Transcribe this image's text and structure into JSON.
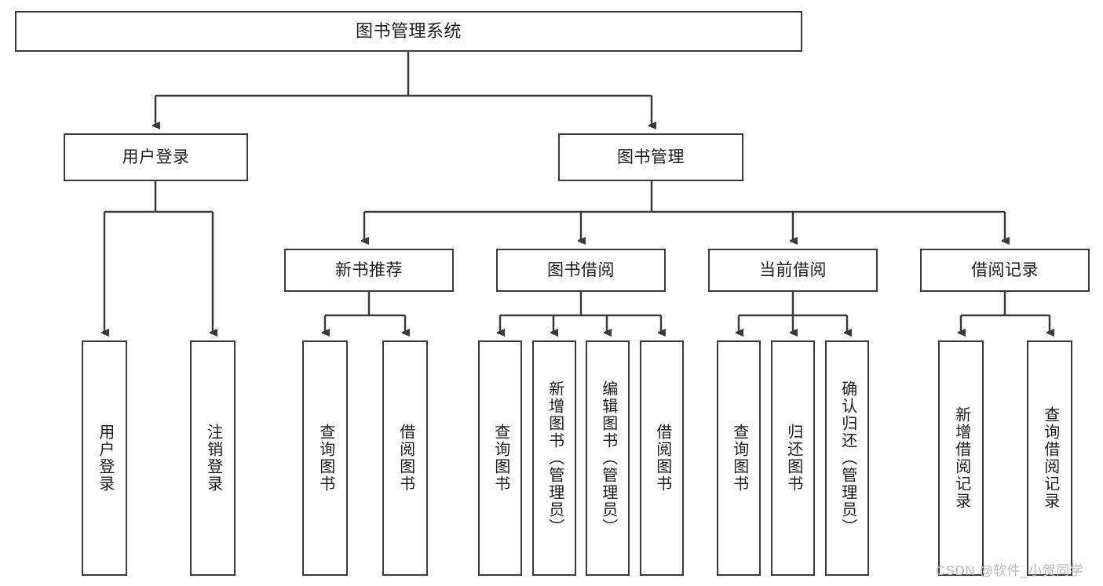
{
  "diagram": {
    "title": "图书管理系统",
    "type": "tree-hierarchy",
    "watermark": "CSDN @软件_小贺同学",
    "colors": {
      "stroke": "#3a3a3a",
      "fill": "#ffffff",
      "text": "#1c1c1c",
      "watermark": "#b9b9b9"
    },
    "levels": {
      "root": {
        "label": "图书管理系统"
      },
      "level2": [
        {
          "id": "user-login",
          "label": "用户登录"
        },
        {
          "id": "book-manage",
          "label": "图书管理"
        }
      ],
      "level3": [
        {
          "id": "new-book-rec",
          "label": "新书推荐",
          "parent": "book-manage"
        },
        {
          "id": "book-borrow",
          "label": "图书借阅",
          "parent": "book-manage"
        },
        {
          "id": "current-borrow",
          "label": "当前借阅",
          "parent": "book-manage"
        },
        {
          "id": "borrow-record",
          "label": "借阅记录",
          "parent": "book-manage"
        }
      ],
      "leaves": {
        "user-login": [
          {
            "id": "leaf-user-login",
            "label": "用户登录"
          },
          {
            "id": "leaf-user-logout",
            "label": "注销登录"
          }
        ],
        "new-book-rec": [
          {
            "id": "leaf-query-book-1",
            "label": "查询图书"
          },
          {
            "id": "leaf-borrow-book-1",
            "label": "借阅图书"
          }
        ],
        "book-borrow": [
          {
            "id": "leaf-query-book-2",
            "label": "查询图书"
          },
          {
            "id": "leaf-add-book",
            "label": "新增图书（管理员）"
          },
          {
            "id": "leaf-edit-book",
            "label": "编辑图书（管理员）"
          },
          {
            "id": "leaf-borrow-book-2",
            "label": "借阅图书"
          }
        ],
        "current-borrow": [
          {
            "id": "leaf-query-book-3",
            "label": "查询图书"
          },
          {
            "id": "leaf-return-book",
            "label": "归还图书"
          },
          {
            "id": "leaf-confirm-return",
            "label": "确认归还（管理员）"
          }
        ],
        "borrow-record": [
          {
            "id": "leaf-add-record",
            "label": "新增借阅记录"
          },
          {
            "id": "leaf-query-record",
            "label": "查询借阅记录"
          }
        ]
      }
    }
  }
}
